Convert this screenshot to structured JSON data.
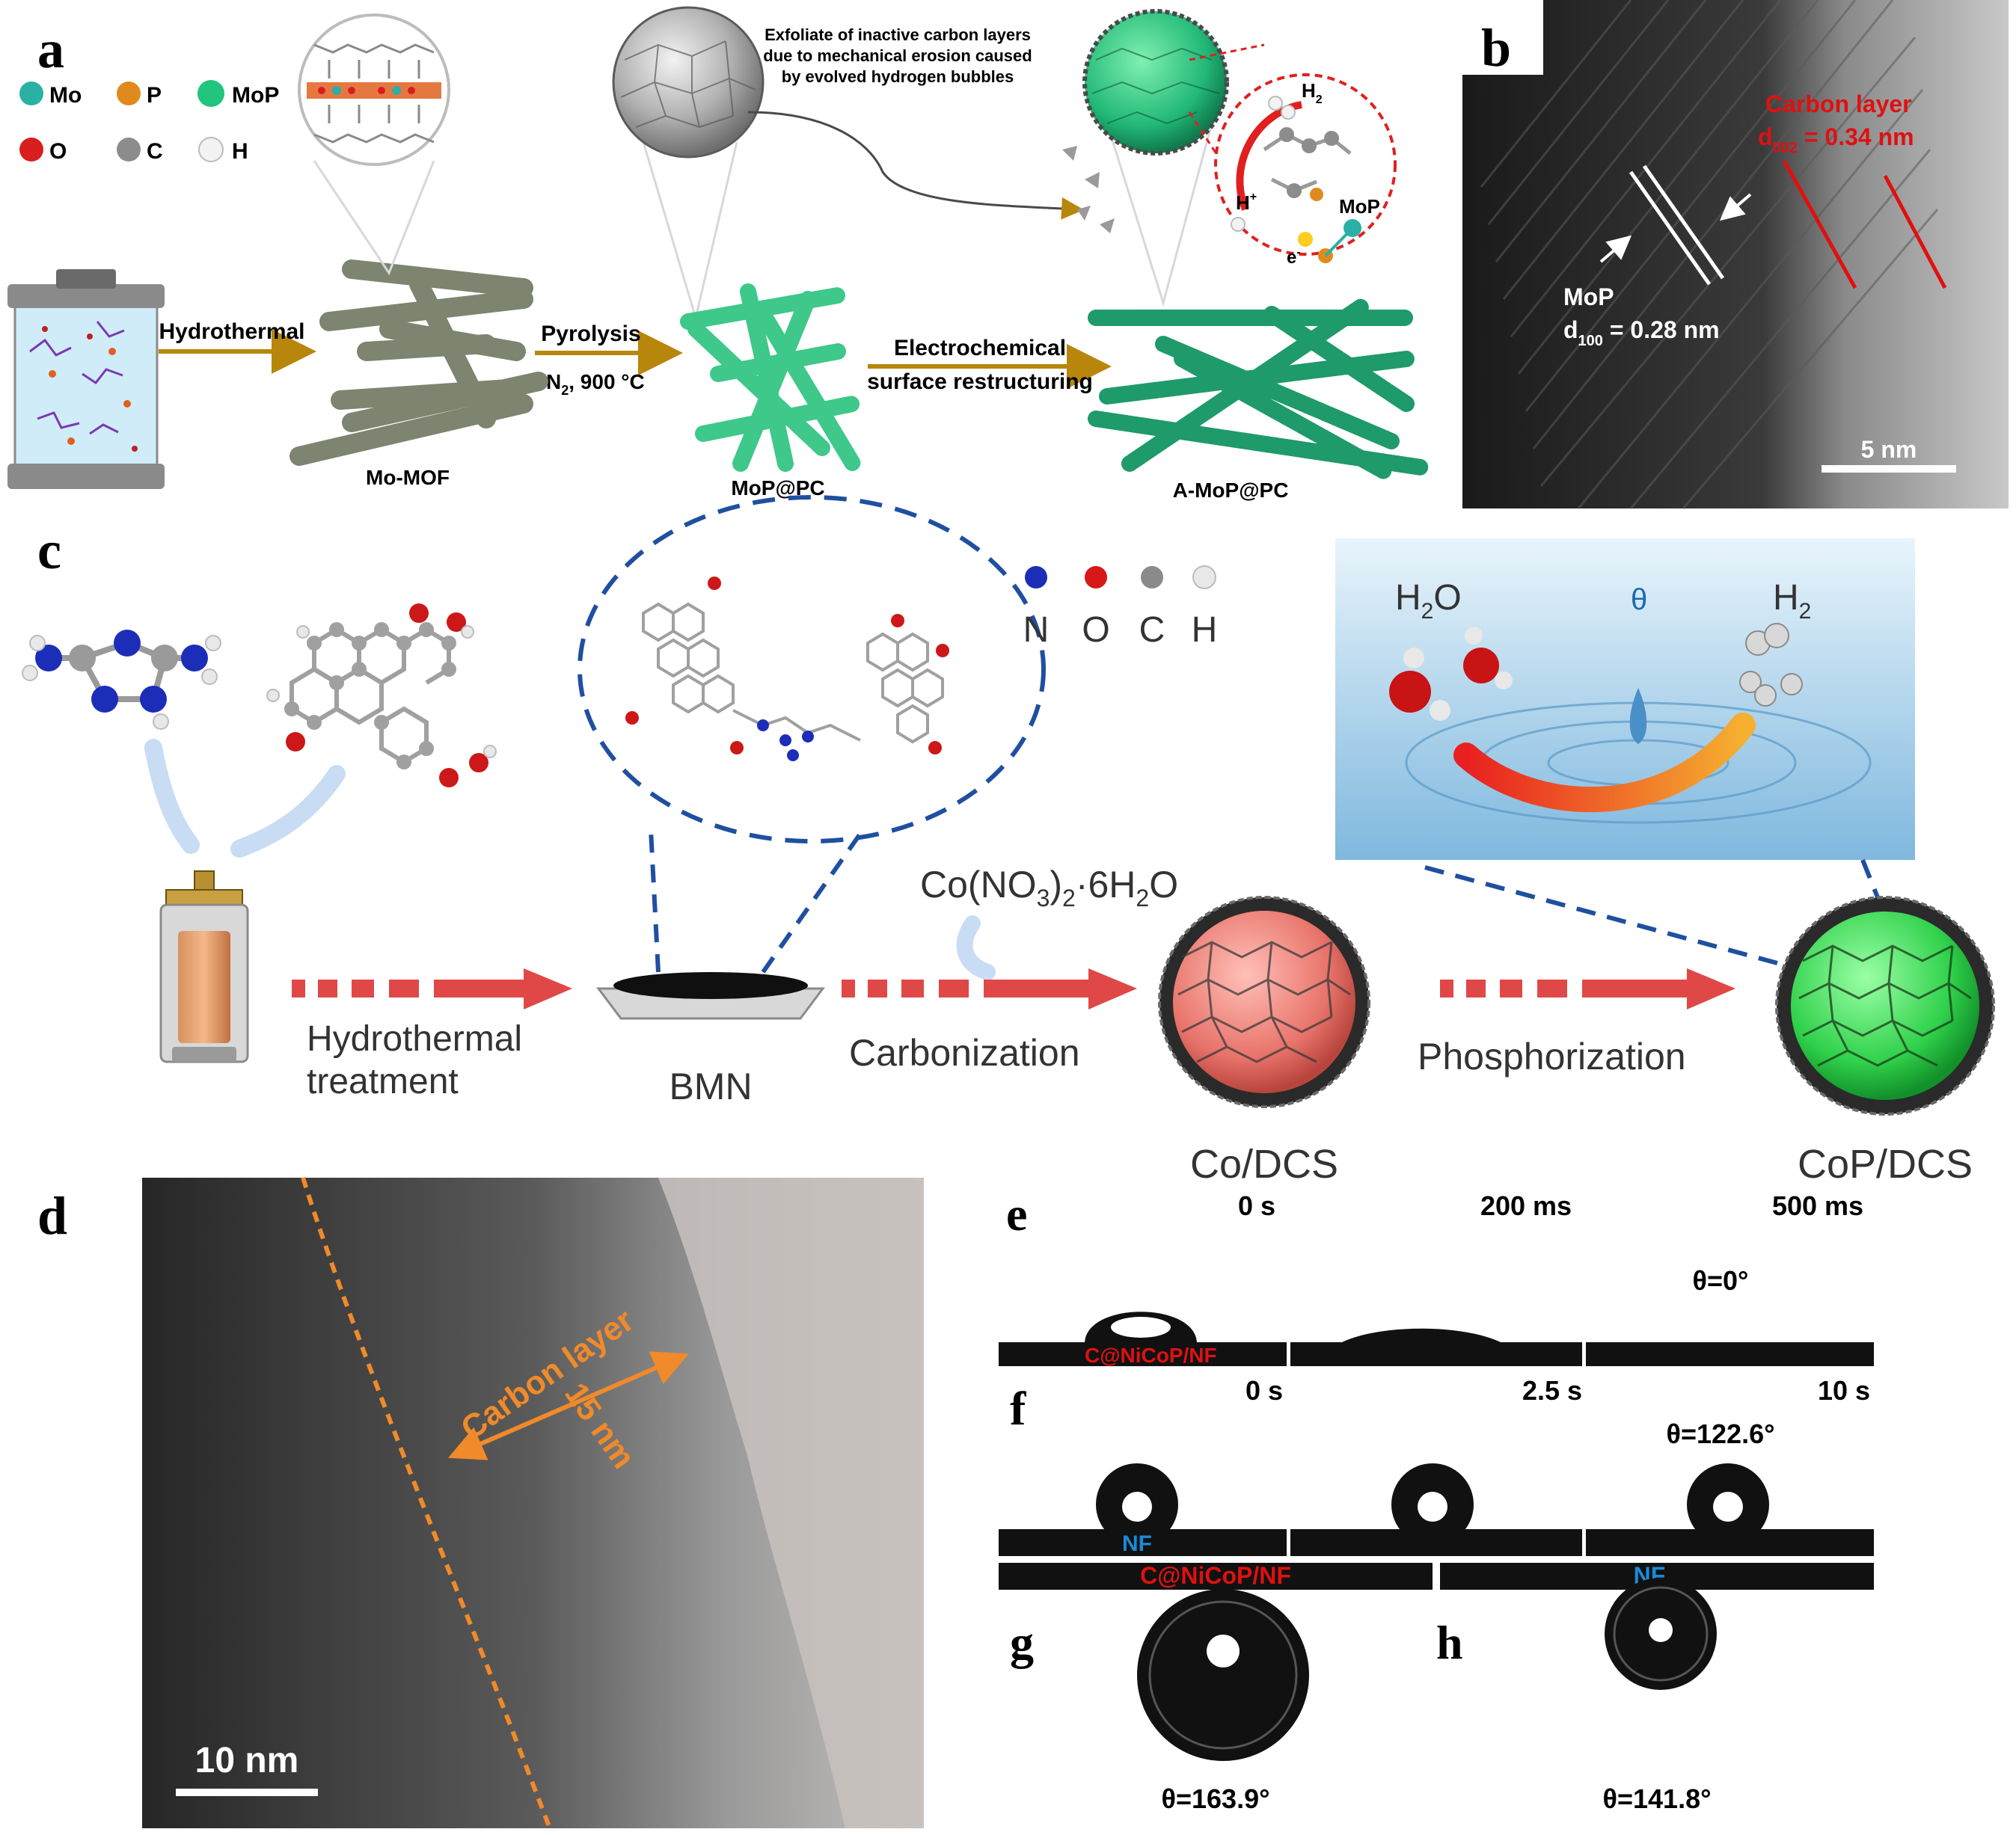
{
  "panels": {
    "a": {
      "letter": "a",
      "legend": [
        {
          "symbol": "Mo",
          "color": "#2ab0a4"
        },
        {
          "symbol": "P",
          "color": "#e08a1e"
        },
        {
          "symbol": "MoP",
          "color": "#22c47e"
        },
        {
          "symbol": "O",
          "color": "#d81e1e"
        },
        {
          "symbol": "C",
          "color": "#8c8c8c"
        },
        {
          "symbol": "H",
          "color": "#f2f2f2"
        }
      ],
      "note_line1": "Exfoliate of inactive carbon layers",
      "note_line2": "due to mechanical erosion caused",
      "note_line3": "by evolved hydrogen bubbles",
      "step1": "Hydrothermal",
      "step2": "Pyrolysis",
      "step2_cond_main": "N",
      "step2_cond_sub": "2",
      "step2_cond_rest": ", 900 °C",
      "step3_line1": "Electrochemical",
      "step3_line2": "surface restructuring",
      "product1": "Mo-MOF",
      "product2": "MoP@PC",
      "product3": "A-MoP@PC",
      "inset_h2_main": "H",
      "inset_h2_sub": "2",
      "inset_hplus_main": "H",
      "inset_hplus_sup": "+",
      "inset_mop": "MoP",
      "inset_e_main": "e",
      "inset_e_sup": "-"
    },
    "b": {
      "letter": "b",
      "carbon_label": "Carbon layer",
      "carbon_d_main": "d",
      "carbon_d_sub": "002",
      "carbon_d_value": " = 0.34 nm",
      "mop_label": "MoP",
      "mop_d_main": "d",
      "mop_d_sub": "100",
      "mop_d_value": " = 0.28 nm",
      "scale": "5 nm"
    },
    "c": {
      "letter": "c",
      "legend": [
        {
          "symbol": "N",
          "color": "#1c2db8"
        },
        {
          "symbol": "O",
          "color": "#d81818"
        },
        {
          "symbol": "C",
          "color": "#8a8a8a"
        },
        {
          "symbol": "H",
          "color": "#e8e8e8"
        }
      ],
      "h2o_main": "H",
      "h2o_sub": "2",
      "h2o_rest": "O",
      "theta": "θ",
      "h2_main": "H",
      "h2_sub": "2",
      "reagent_main": "Co(NO",
      "reagent_sub1": "3",
      "reagent_mid": ")",
      "reagent_sub2": "2",
      "reagent_rest": "·6H",
      "reagent_sub3": "2",
      "reagent_end": "O",
      "step1_line1": "Hydrothermal",
      "step1_line2": "treatment",
      "bmn": "BMN",
      "step2": "Carbonization",
      "step3": "Phosphorization",
      "product1": "Co/DCS",
      "product2": "CoP/DCS"
    },
    "d": {
      "letter": "d",
      "carbon_label": "Carbon layer",
      "thickness": "15 nm",
      "scale": "10 nm"
    },
    "e": {
      "letter": "e",
      "times": [
        "0 s",
        "200 ms",
        "500 ms"
      ],
      "theta": "θ=0°",
      "sample": "C@NiCoP/NF"
    },
    "f": {
      "letter": "f",
      "times": [
        "0 s",
        "2.5 s",
        "10 s"
      ],
      "theta": "θ=122.6°",
      "sample": "NF"
    },
    "g": {
      "letter": "g",
      "sample": "C@NiCoP/NF",
      "theta": "θ=163.9°"
    },
    "h": {
      "letter": "h",
      "sample": "NF",
      "theta": "θ=141.8°"
    }
  },
  "colors": {
    "arrow_a": "#b8860b",
    "arrow_c": "#e04848",
    "dash_c": "#1f4fa0",
    "red_label": "#e01010",
    "orange_label": "#f08a2a",
    "blue_label": "#1a8ad8",
    "mop_green": "#22b878"
  }
}
